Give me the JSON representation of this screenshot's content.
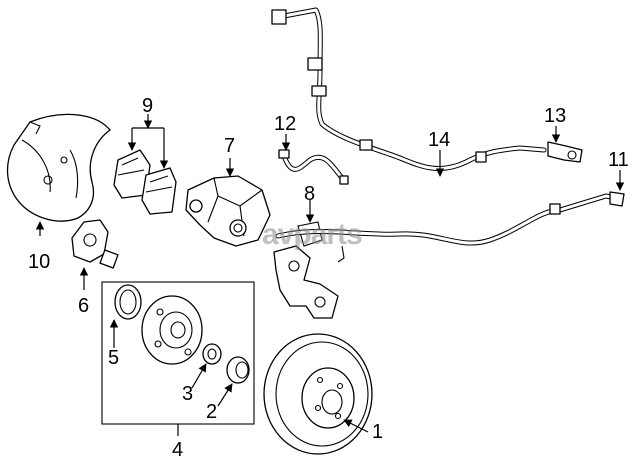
{
  "watermark": "avparts",
  "callouts": [
    {
      "id": "1",
      "text": "1"
    },
    {
      "id": "2",
      "text": "2"
    },
    {
      "id": "3",
      "text": "3"
    },
    {
      "id": "4",
      "text": "4"
    },
    {
      "id": "5",
      "text": "5"
    },
    {
      "id": "6",
      "text": "6"
    },
    {
      "id": "7",
      "text": "7"
    },
    {
      "id": "8",
      "text": "8"
    },
    {
      "id": "9",
      "text": "9"
    },
    {
      "id": "10",
      "text": "10"
    },
    {
      "id": "11",
      "text": "11"
    },
    {
      "id": "12",
      "text": "12"
    },
    {
      "id": "13",
      "text": "13"
    },
    {
      "id": "14",
      "text": "14"
    }
  ],
  "colors": {
    "line": "#000000",
    "background": "#ffffff",
    "watermark": "#8a8a8a"
  }
}
